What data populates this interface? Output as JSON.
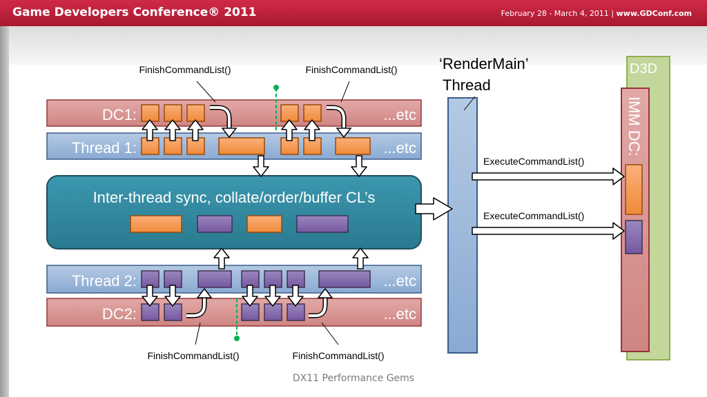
{
  "header": {
    "title": "Game Developers Conference® 2011",
    "dates": "February 28 - March 4, 2011 | ",
    "url": "www.GDConf.com"
  },
  "diagram": {
    "dc1_label": "DC1:",
    "thread1_label": "Thread 1:",
    "thread2_label": "Thread 2:",
    "dc2_label": "DC2:",
    "etc_label": "...etc",
    "finish_label": "FinishCommandList()",
    "sync_box_label": "Inter-thread sync, collate/order/buffer CL’s",
    "render_main_line1": "‘RenderMain’",
    "render_main_line2": "Thread",
    "d3d_label": "D3D",
    "imm_dc_label": "IMM DC:",
    "execute_label": "ExecuteCommandList()"
  },
  "footer": {
    "text": "DX11 Performance Gems"
  },
  "colors": {
    "header": "#c8223f",
    "dc_bar": "#d99694",
    "thread_bar": "#95b3d7",
    "sync_box": "#31859c",
    "d3d_panel": "#c3d69b",
    "orange_cmd": "#f79646",
    "purple_cmd": "#8064a2",
    "green_marker": "#00b050"
  }
}
